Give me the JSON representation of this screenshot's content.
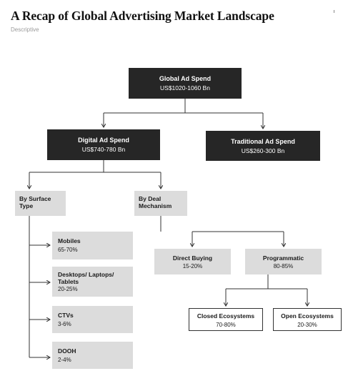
{
  "header": {
    "title": "A Recap of Global Advertising Market Landscape",
    "subtitle": "Descriptive"
  },
  "colors": {
    "dark_box": "#262626",
    "light_box": "#dcdcdc",
    "line": "#333333"
  },
  "nodes": {
    "global": {
      "label": "Global Ad Spend",
      "value": "US$1020-1060 Bn"
    },
    "digital": {
      "label": "Digital Ad Spend",
      "value": "US$740-780 Bn"
    },
    "traditional": {
      "label": "Traditional Ad Spend",
      "value": "US$260-300 Bn"
    },
    "by_surface": {
      "label": "By Surface Type"
    },
    "by_deal": {
      "label": "By Deal Mechanism"
    },
    "surfaces": [
      {
        "label": "Mobiles",
        "value": "65-70%"
      },
      {
        "label": "Desktops/ Laptops/ Tablets",
        "value": "20-25%"
      },
      {
        "label": "CTVs",
        "value": "3-6%"
      },
      {
        "label": "DOOH",
        "value": "2-4%"
      }
    ],
    "direct": {
      "label": "Direct Buying",
      "value": "15-20%"
    },
    "programmatic": {
      "label": "Programmatic",
      "value": "80-85%"
    },
    "closed": {
      "label": "Closed Ecosystems",
      "value": "70-80%"
    },
    "open": {
      "label": "Open Ecosystems",
      "value": "20-30%"
    }
  }
}
